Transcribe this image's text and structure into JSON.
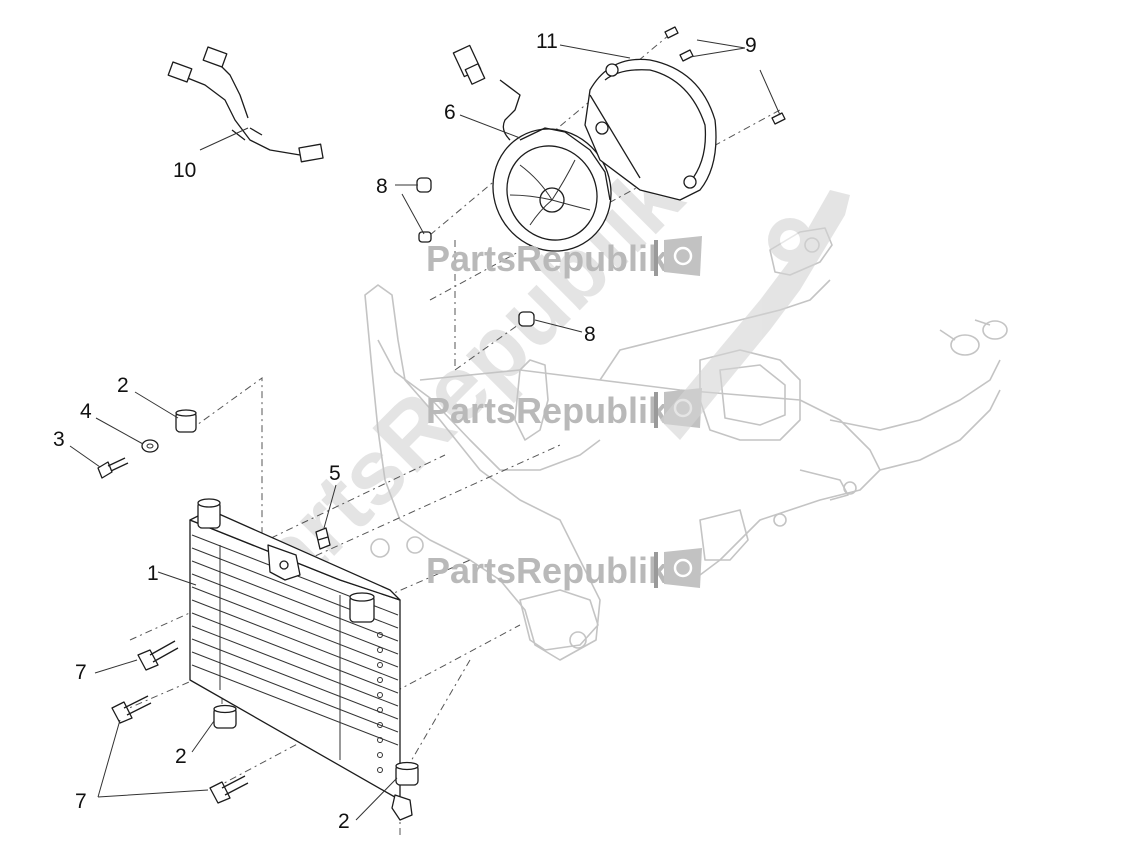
{
  "watermark": {
    "brand": "PartsRepublik",
    "diagonal": "PartsRepublik"
  },
  "callouts": {
    "c1": "1",
    "c2a": "2",
    "c2b": "2",
    "c2c": "2",
    "c3": "3",
    "c4": "4",
    "c5": "5",
    "c6": "6",
    "c7a": "7",
    "c7b": "7",
    "c8a": "8",
    "c8b": "8",
    "c9": "9",
    "c10": "10",
    "c11": "11"
  },
  "colors": {
    "watermark": "#b9b9b9",
    "frame_outline": "#c4c4c4",
    "part_outline": "#1c1c1c"
  }
}
